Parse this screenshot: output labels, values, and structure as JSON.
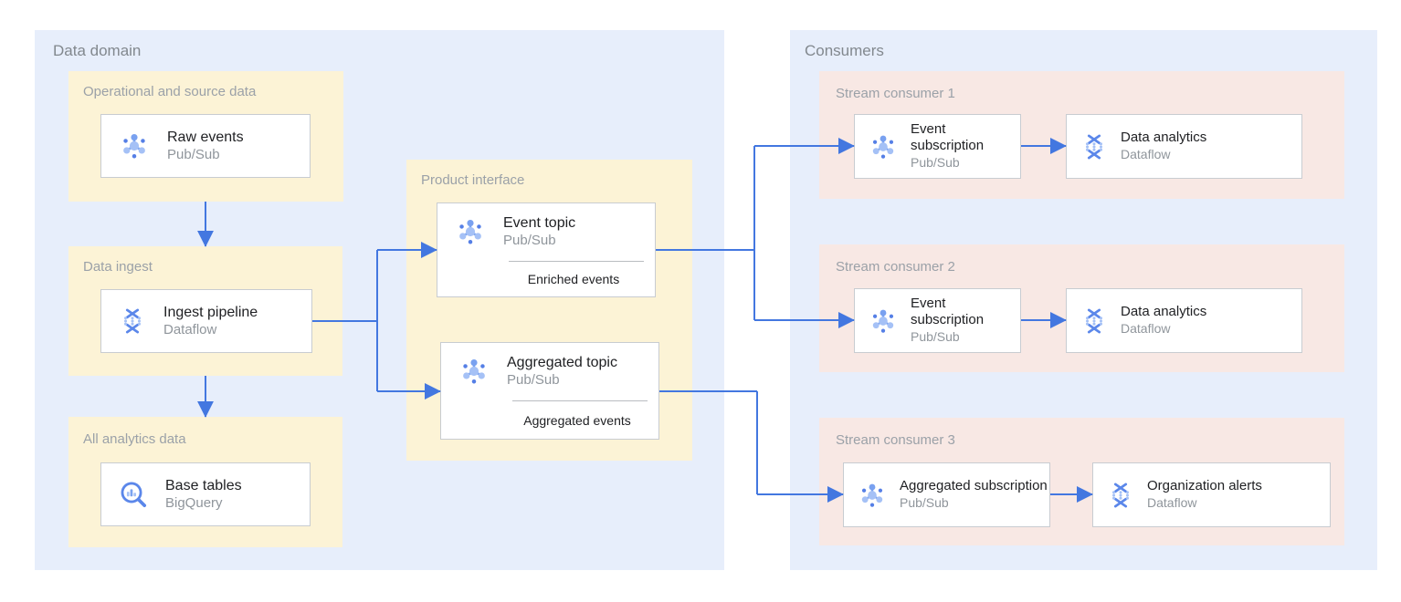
{
  "colors": {
    "panel_blue": "#e7eefb",
    "group_yellow": "#fcf3d6",
    "group_pink": "#f8e8e4",
    "card_border": "#c8ccd1",
    "arrow_blue": "#4377e0",
    "label_gray": "#9ba1a8",
    "title_dark": "#202124",
    "subtitle_gray": "#8f959b",
    "icon_blue_dark": "#557fe6",
    "icon_blue_mid": "#5b87ea",
    "icon_blue_light": "#a5c1f6"
  },
  "data_domain": {
    "label": "Data domain",
    "operational": {
      "label": "Operational and source data",
      "card": {
        "title": "Raw events",
        "subtitle": "Pub/Sub",
        "icon": "pubsub-icon"
      }
    },
    "ingest": {
      "label": "Data ingest",
      "card": {
        "title": "Ingest pipeline",
        "subtitle": "Dataflow",
        "icon": "dataflow-icon"
      }
    },
    "analytics": {
      "label": "All analytics data",
      "card": {
        "title": "Base tables",
        "subtitle": "BigQuery",
        "icon": "bigquery-icon"
      }
    },
    "product_interface": {
      "label": "Product interface",
      "event_topic": {
        "title": "Event topic",
        "subtitle": "Pub/Sub",
        "note": "Enriched events",
        "icon": "pubsub-icon"
      },
      "aggregated_topic": {
        "title": "Aggregated topic",
        "subtitle": "Pub/Sub",
        "note": "Aggregated events",
        "icon": "pubsub-icon"
      }
    }
  },
  "consumers": {
    "label": "Consumers",
    "rows": [
      {
        "label": "Stream consumer 1",
        "source": {
          "title": "Event subscription",
          "subtitle": "Pub/Sub",
          "icon": "pubsub-icon"
        },
        "target": {
          "title": "Data analytics",
          "subtitle": "Dataflow",
          "icon": "dataflow-icon"
        }
      },
      {
        "label": "Stream consumer 2",
        "source": {
          "title": "Event subscription",
          "subtitle": "Pub/Sub",
          "icon": "pubsub-icon"
        },
        "target": {
          "title": "Data analytics",
          "subtitle": "Dataflow",
          "icon": "dataflow-icon"
        }
      },
      {
        "label": "Stream consumer 3",
        "source": {
          "title": "Aggregated subscription",
          "subtitle": "Pub/Sub",
          "icon": "pubsub-icon"
        },
        "target": {
          "title": "Organization alerts",
          "subtitle": "Dataflow",
          "icon": "dataflow-icon"
        }
      }
    ]
  }
}
